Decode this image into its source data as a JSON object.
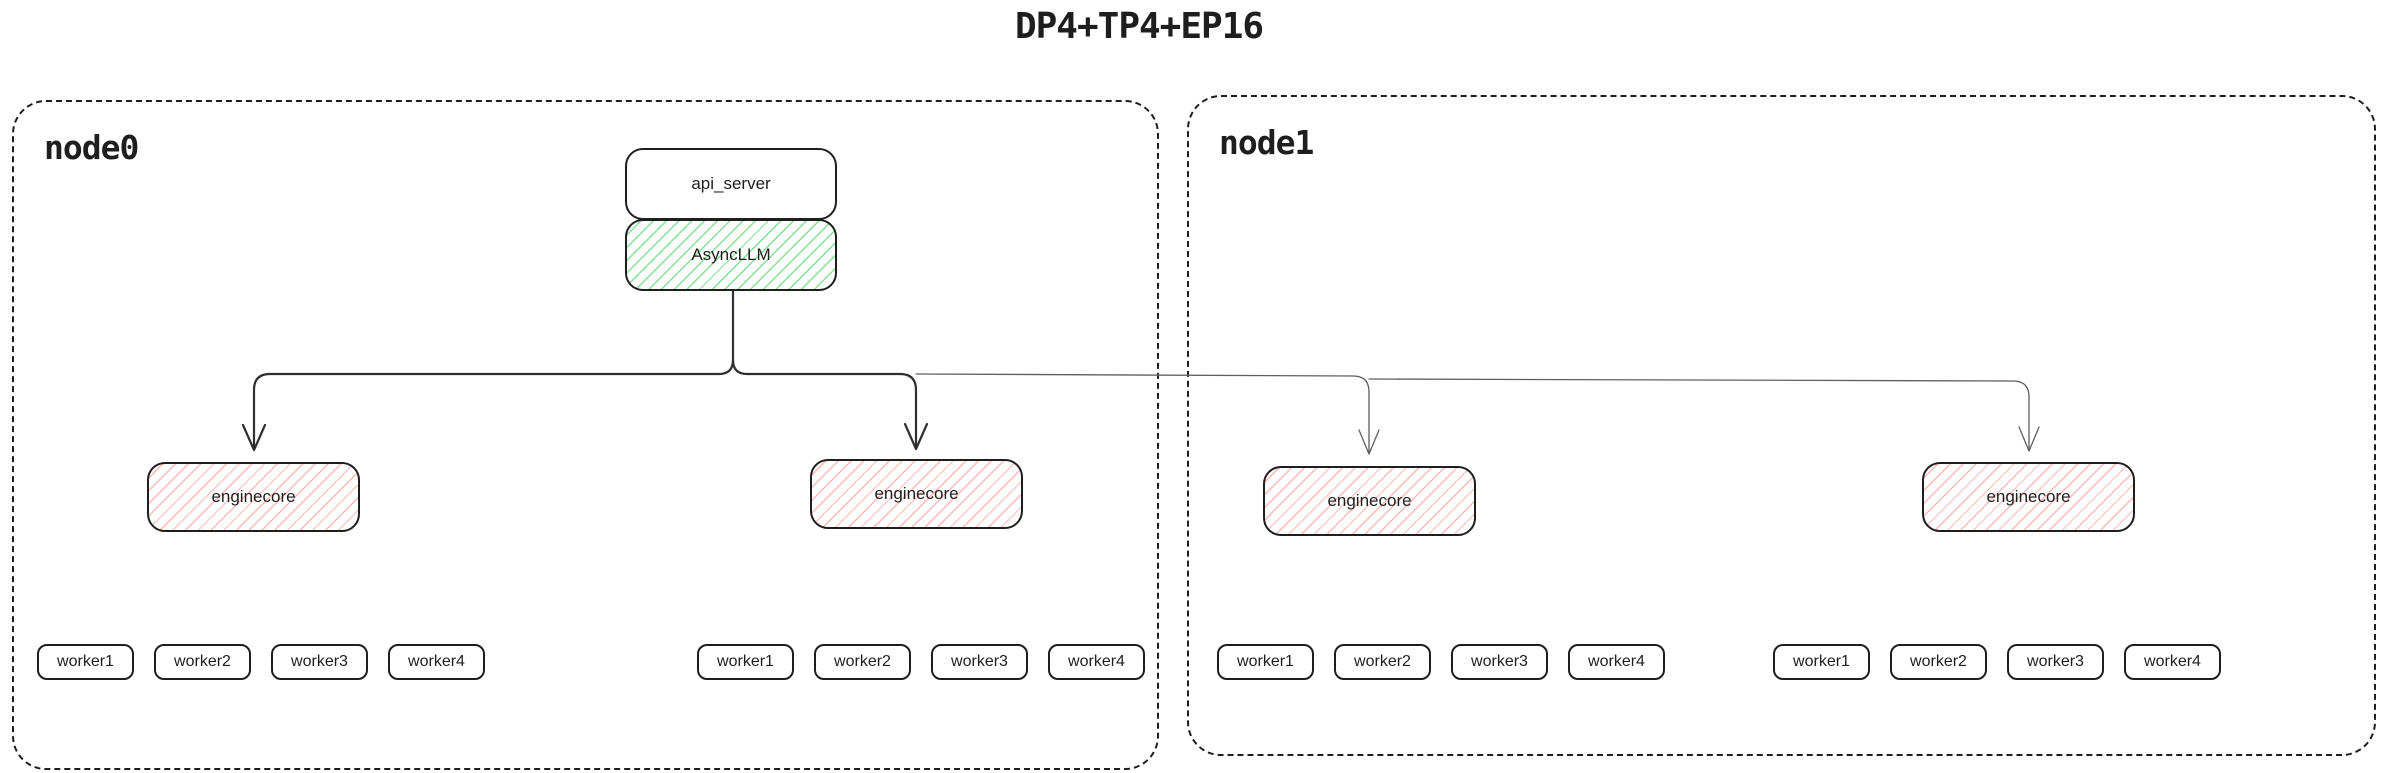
{
  "title": "DP4+TP4+EP16",
  "nodes": [
    {
      "label": "node0"
    },
    {
      "label": "node1"
    }
  ],
  "labels": {
    "api_server": "api_server",
    "async_llm": "AsyncLLM",
    "enginecore": "enginecore",
    "workers": [
      "worker1",
      "worker2",
      "worker3",
      "worker4"
    ]
  },
  "colors": {
    "stroke": "#1e1e1e",
    "green_hatch": "#6edc82",
    "red_hatch": "#ffa0a0",
    "thick_arrow": "#2f2f2f",
    "thin_arrow": "#5f5f5f",
    "background": "#ffffff"
  }
}
